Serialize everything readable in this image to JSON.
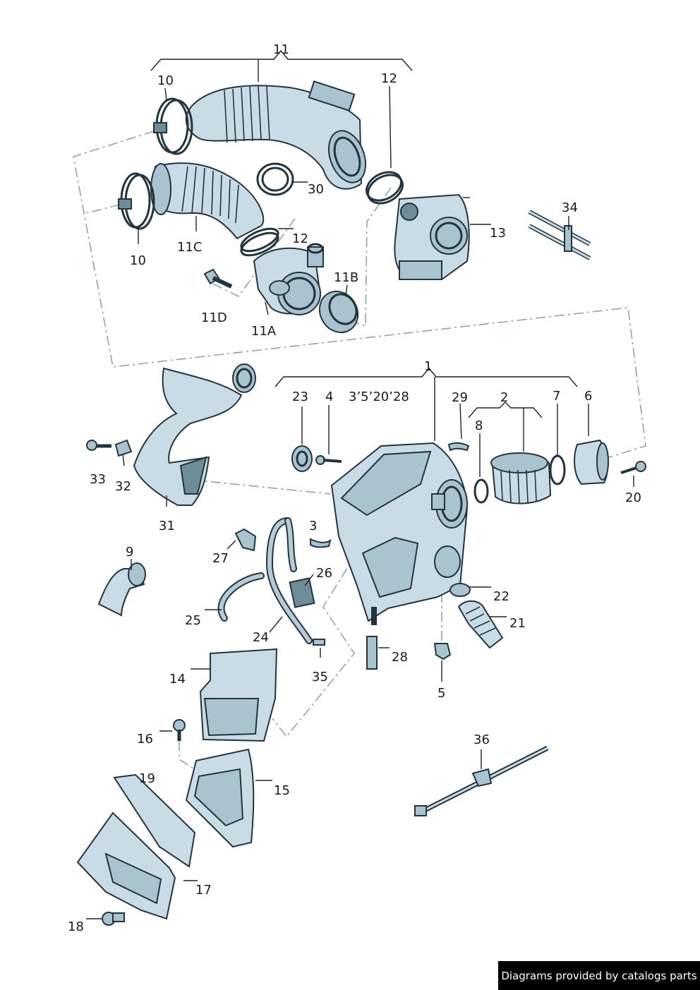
{
  "labels": {
    "l11": "11",
    "l10a": "10",
    "l12a": "12",
    "l30": "30",
    "l10b": "10",
    "l11c": "11C",
    "l12b": "12",
    "l11b": "11B",
    "l11d": "11D",
    "l11a": "11A",
    "l13": "13",
    "l34": "34",
    "l1": "1",
    "l23": "23",
    "l4": "4",
    "l3_5_20_28": "3’5’20’28",
    "l29": "29",
    "l2": "2",
    "l7": "7",
    "l6": "6",
    "l8": "8",
    "l20": "20",
    "l33": "33",
    "l32": "32",
    "l31": "31",
    "l3": "3",
    "l9": "9",
    "l27": "27",
    "l26": "26",
    "l22": "22",
    "l21": "21",
    "l25": "25",
    "l24": "24",
    "l28": "28",
    "l35": "35",
    "l5": "5",
    "l14": "14",
    "l16": "16",
    "l15": "15",
    "l36": "36",
    "l19": "19",
    "l17": "17",
    "l18": "18"
  },
  "credit": "Diagrams provided by catalogs parts",
  "colors": {
    "part_fill": "#c9dbe4",
    "outline": "#24343e",
    "shade": "#a9c3cf",
    "leader_dash": "#8fa3b0"
  }
}
